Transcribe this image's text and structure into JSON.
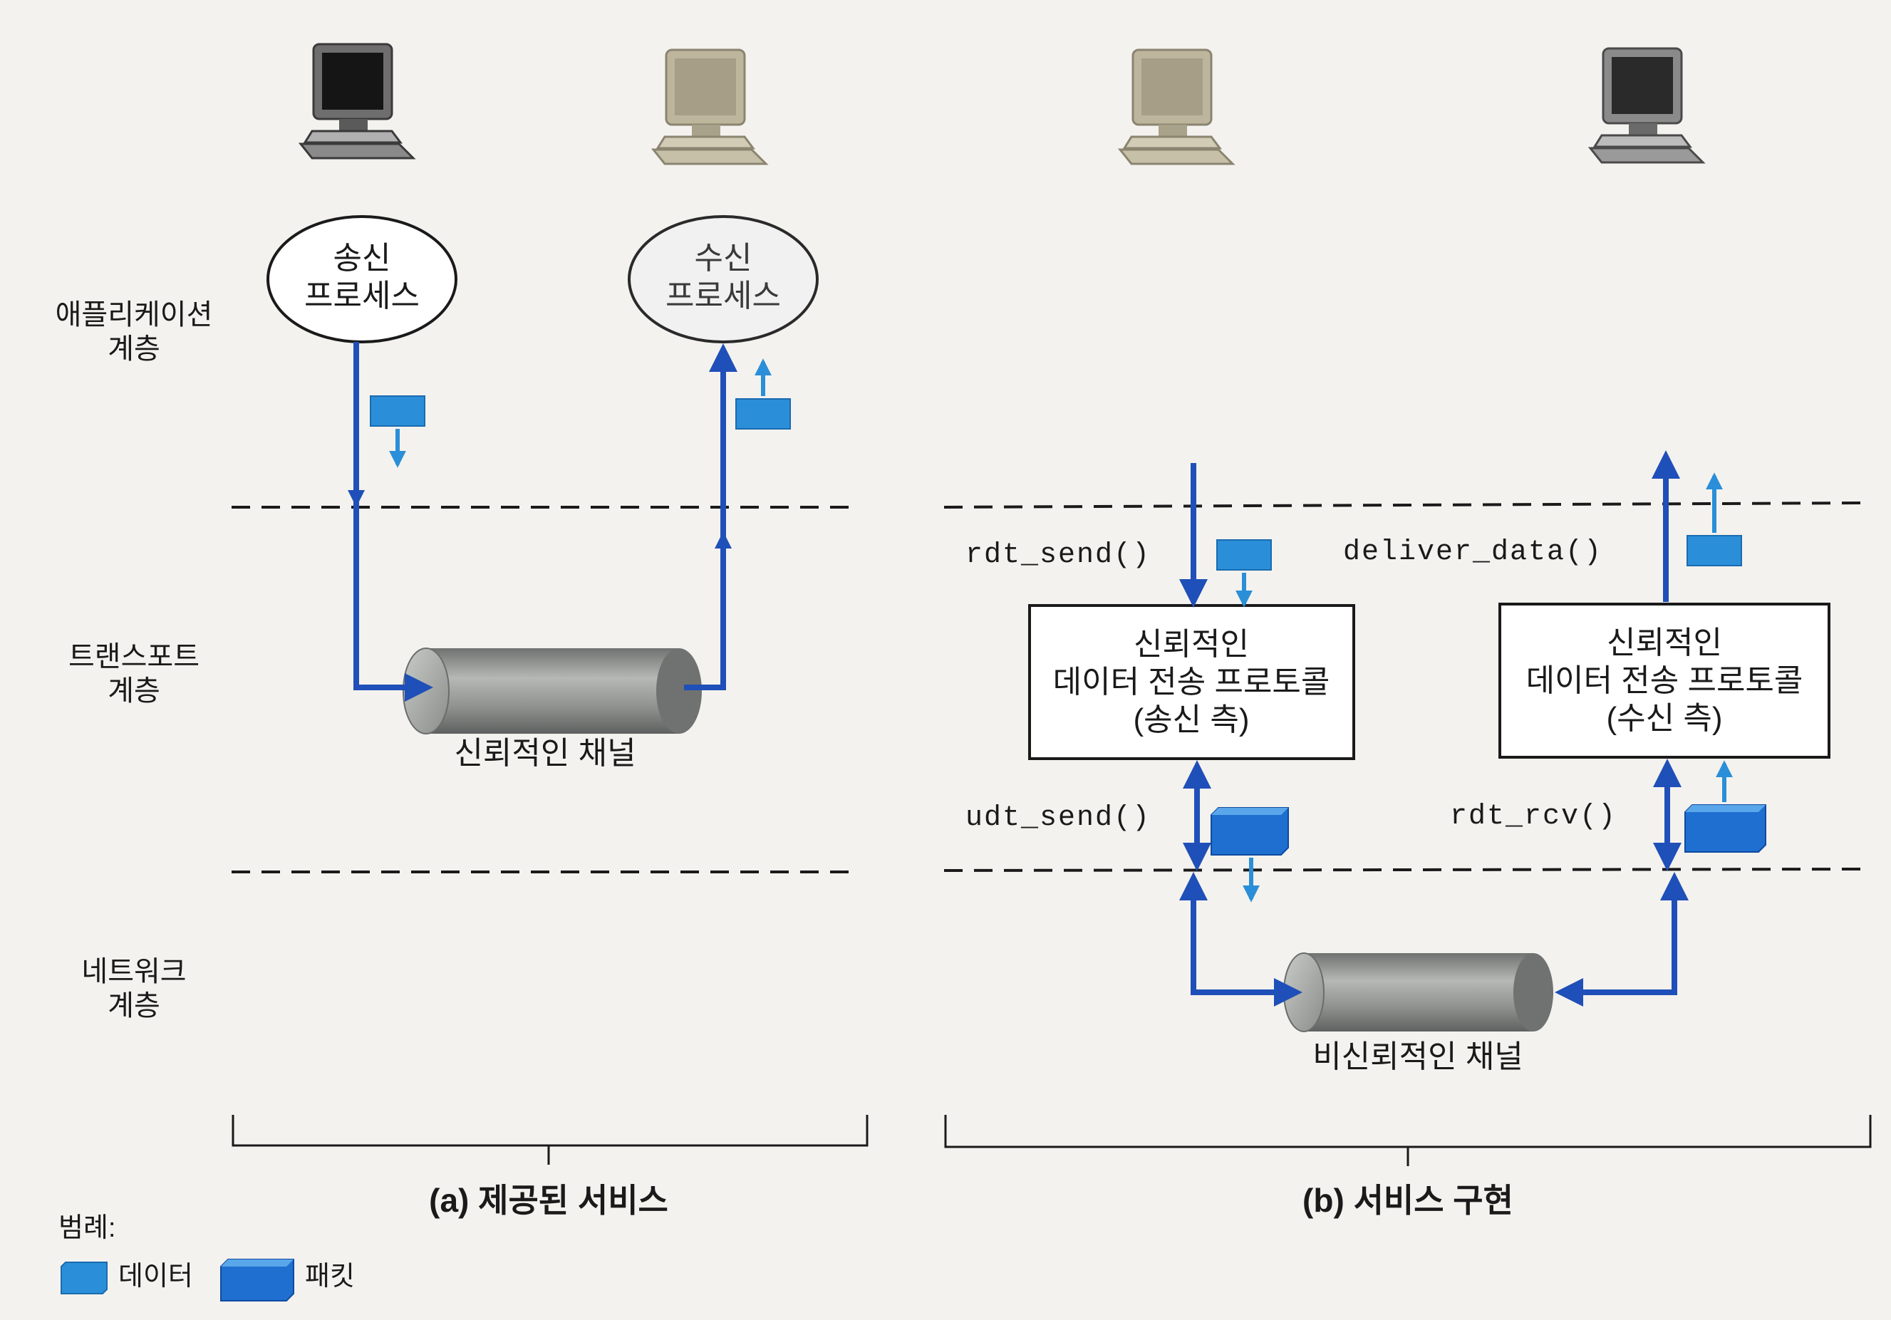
{
  "layers": {
    "application": [
      "애플리케이션",
      "계층"
    ],
    "transport": [
      "트랜스포트",
      "계층"
    ],
    "network": [
      "네트워크",
      "계층"
    ]
  },
  "provided": {
    "sender_process": [
      "송신",
      "프로세스"
    ],
    "receiver_process": [
      "수신",
      "프로세스"
    ],
    "channel_label": "신뢰적인 채널",
    "caption": "(a) 제공된 서비스"
  },
  "implementation": {
    "sender_protocol": [
      "신뢰적인",
      "데이터 전송 프로토콜",
      "(송신 측)"
    ],
    "receiver_protocol": [
      "신뢰적인",
      "데이터 전송 프로토콜",
      "(수신 측)"
    ],
    "rdt_send": "rdt_send()",
    "udt_send": "udt_send()",
    "deliver_data": "deliver_data()",
    "rdt_rcv": "rdt_rcv()",
    "channel_label": "비신뢰적인 채널",
    "caption": "(b) 서비스 구현"
  },
  "legend": {
    "title": "범례:",
    "data": "데이터",
    "packet": "패킷"
  },
  "colors": {
    "arrow_blue": "#1f4fb8",
    "data_blue": "#2a8fd8",
    "packet_blue": "#1e6fd0",
    "pipe_gray": "#8f928f"
  },
  "icons": [
    "computer-icon",
    "computer-icon",
    "computer-icon",
    "computer-icon"
  ]
}
